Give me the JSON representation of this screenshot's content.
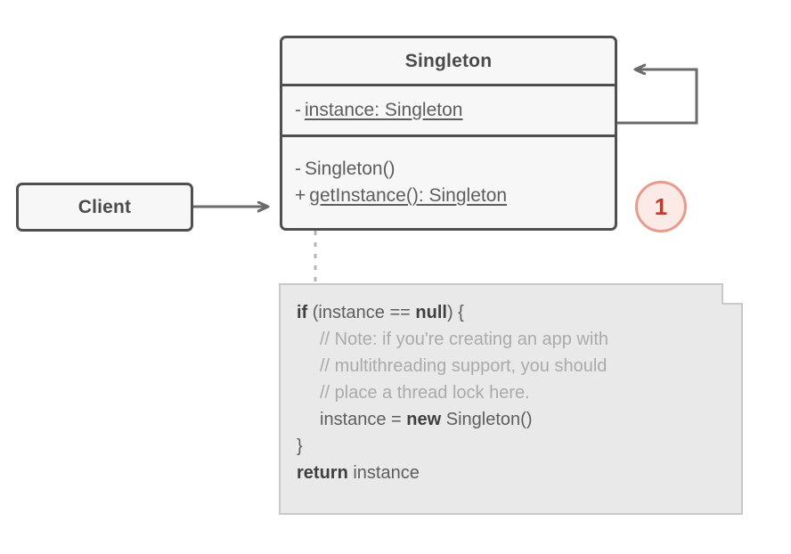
{
  "diagram": {
    "type": "uml-class-diagram",
    "title": "Singleton pattern structure",
    "background": "#ffffff"
  },
  "colors": {
    "box_fill": "#f7f7f7",
    "box_border": "#4f4f4f",
    "text": "#4a4a4a",
    "member_text": "#5d5d5d",
    "note_fill": "#e9e9e9",
    "note_border": "#c9c9c9",
    "comment_text": "#aaaaaa",
    "badge_fill": "#fbeae6",
    "badge_border": "#e79c8e",
    "badge_text": "#bf3b2e",
    "connector": "#6b6b6b"
  },
  "client": {
    "label": "Client"
  },
  "singleton": {
    "name": "Singleton",
    "attributes": [
      {
        "visibility": "-",
        "name": "instance: Singleton",
        "static": true
      }
    ],
    "operations": [
      {
        "visibility": "-",
        "name": "Singleton()",
        "static": false
      },
      {
        "visibility": "+",
        "name": "getInstance(): Singleton",
        "static": true
      }
    ]
  },
  "badge": {
    "number": "1"
  },
  "note": {
    "lines": [
      {
        "indent": false,
        "parts": [
          {
            "text": "if",
            "style": "bold"
          },
          {
            "text": " (instance == ",
            "style": "plain"
          },
          {
            "text": "null",
            "style": "bold"
          },
          {
            "text": ") {",
            "style": "plain"
          }
        ]
      },
      {
        "indent": true,
        "parts": [
          {
            "text": "// Note: if you're creating an app with",
            "style": "comment"
          }
        ]
      },
      {
        "indent": true,
        "parts": [
          {
            "text": "// multithreading support, you should",
            "style": "comment"
          }
        ]
      },
      {
        "indent": true,
        "parts": [
          {
            "text": "// place a thread lock here.",
            "style": "comment"
          }
        ]
      },
      {
        "indent": true,
        "parts": [
          {
            "text": "instance = ",
            "style": "plain"
          },
          {
            "text": "new",
            "style": "bold"
          },
          {
            "text": " Singleton()",
            "style": "plain"
          }
        ]
      },
      {
        "indent": false,
        "parts": [
          {
            "text": "}",
            "style": "plain"
          }
        ]
      },
      {
        "indent": false,
        "parts": [
          {
            "text": "return",
            "style": "bold"
          },
          {
            "text": " instance",
            "style": "plain"
          }
        ]
      }
    ]
  },
  "connectors": [
    {
      "name": "client-to-singleton",
      "kind": "association",
      "arrowhead": "open"
    },
    {
      "name": "singleton-self-reference",
      "kind": "association",
      "arrowhead": "open"
    },
    {
      "name": "singleton-to-note",
      "kind": "note-anchor",
      "style": "dashed"
    }
  ]
}
